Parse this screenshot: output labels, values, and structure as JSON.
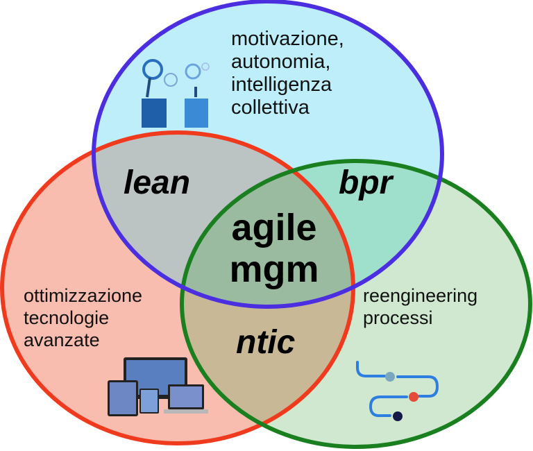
{
  "diagram": {
    "type": "venn",
    "sets": [
      {
        "id": "top",
        "color": "#4b2ee0",
        "fill": "#bdeefa",
        "label_lines": [
          "motivazione,",
          "autonomia,",
          "intelligenza",
          "collettiva"
        ],
        "icon": "people-gears-icon"
      },
      {
        "id": "left",
        "color": "#f03a1e",
        "fill": "#f9bdb0",
        "label_lines": [
          "ottimizzazione",
          "tecnologie",
          "avanzate"
        ],
        "icon": "devices-icon"
      },
      {
        "id": "right",
        "color": "#1a7f1f",
        "fill": "#cfe8cf",
        "label_lines": [
          "reengineering",
          "processi"
        ],
        "icon": "process-path-icon"
      }
    ],
    "intersections": {
      "top_left": "lean",
      "top_right": "bpr",
      "left_right": "ntic",
      "center_line1": "agile",
      "center_line2": "mgm"
    }
  }
}
